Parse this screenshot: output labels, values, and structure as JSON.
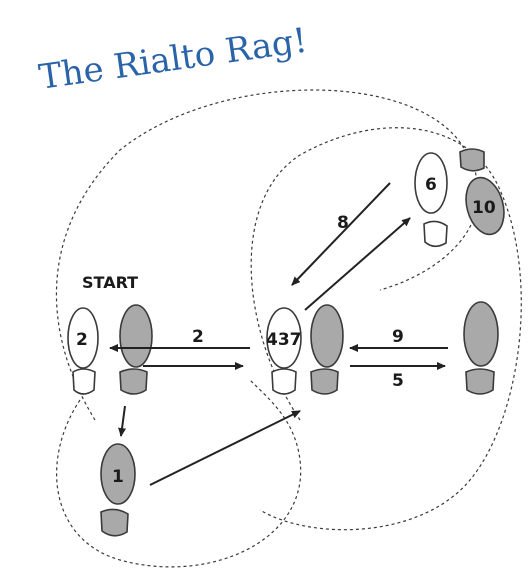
{
  "title": "The Rialto Rag!",
  "start_label": "START",
  "step_labels": {
    "left_start": "2",
    "center_left": "437",
    "upper_right": "6",
    "upper_right_gray": "10",
    "lower_left": "1"
  },
  "arrow_labels": {
    "a2": "2",
    "a8": "8",
    "a9": "9",
    "a5": "5"
  },
  "colors": {
    "title": "#2a63a8",
    "sole_gray": "#a9a9a9",
    "sole_white": "#ffffff",
    "outline": "#3a3a3a"
  }
}
